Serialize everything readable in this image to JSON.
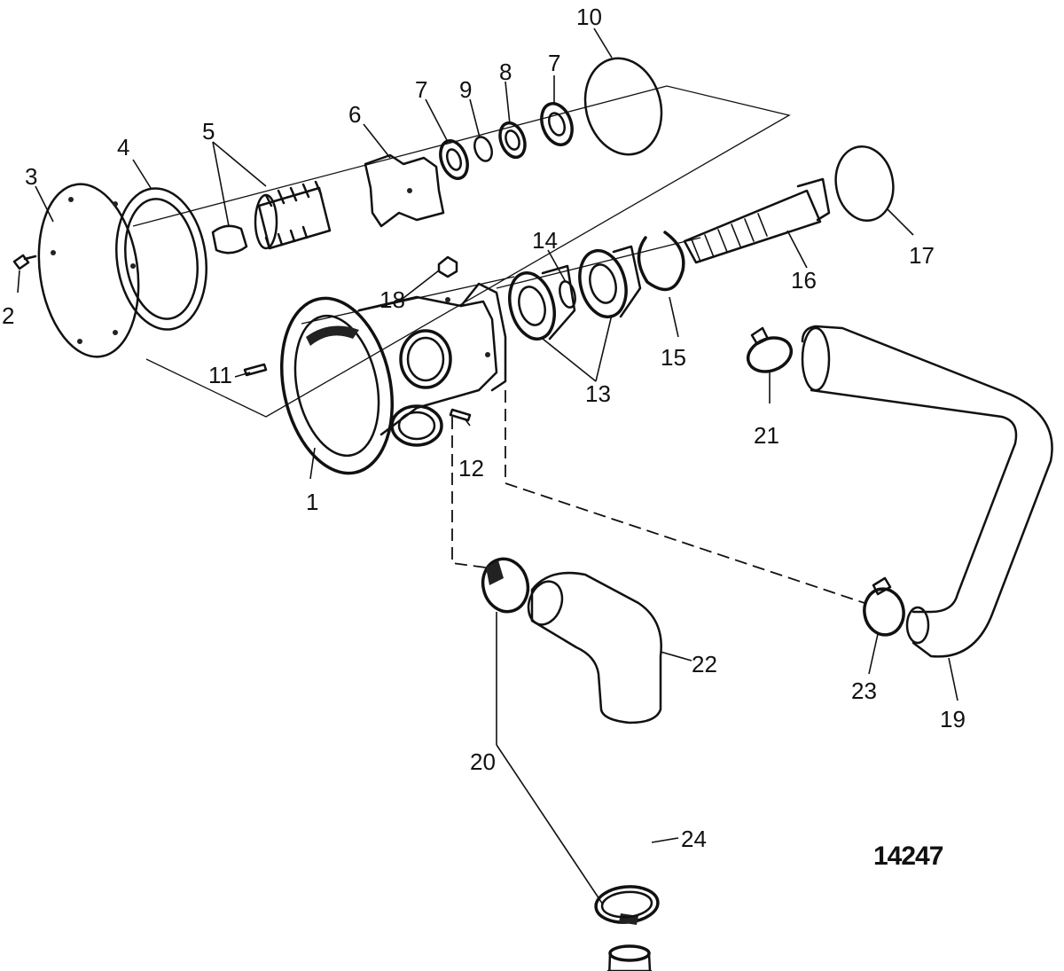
{
  "figure_id": "14247",
  "callouts": {
    "c1": "1",
    "c2": "2",
    "c3": "3",
    "c4": "4",
    "c5": "5",
    "c6": "6",
    "c7a": "7",
    "c7b": "7",
    "c8": "8",
    "c9": "9",
    "c10": "10",
    "c11": "11",
    "c12": "12",
    "c13": "13",
    "c14": "14",
    "c15": "15",
    "c16": "16",
    "c17": "17",
    "c18": "18",
    "c19": "19",
    "c20": "20",
    "c21": "21",
    "c22": "22",
    "c23": "23",
    "c24": "24"
  }
}
